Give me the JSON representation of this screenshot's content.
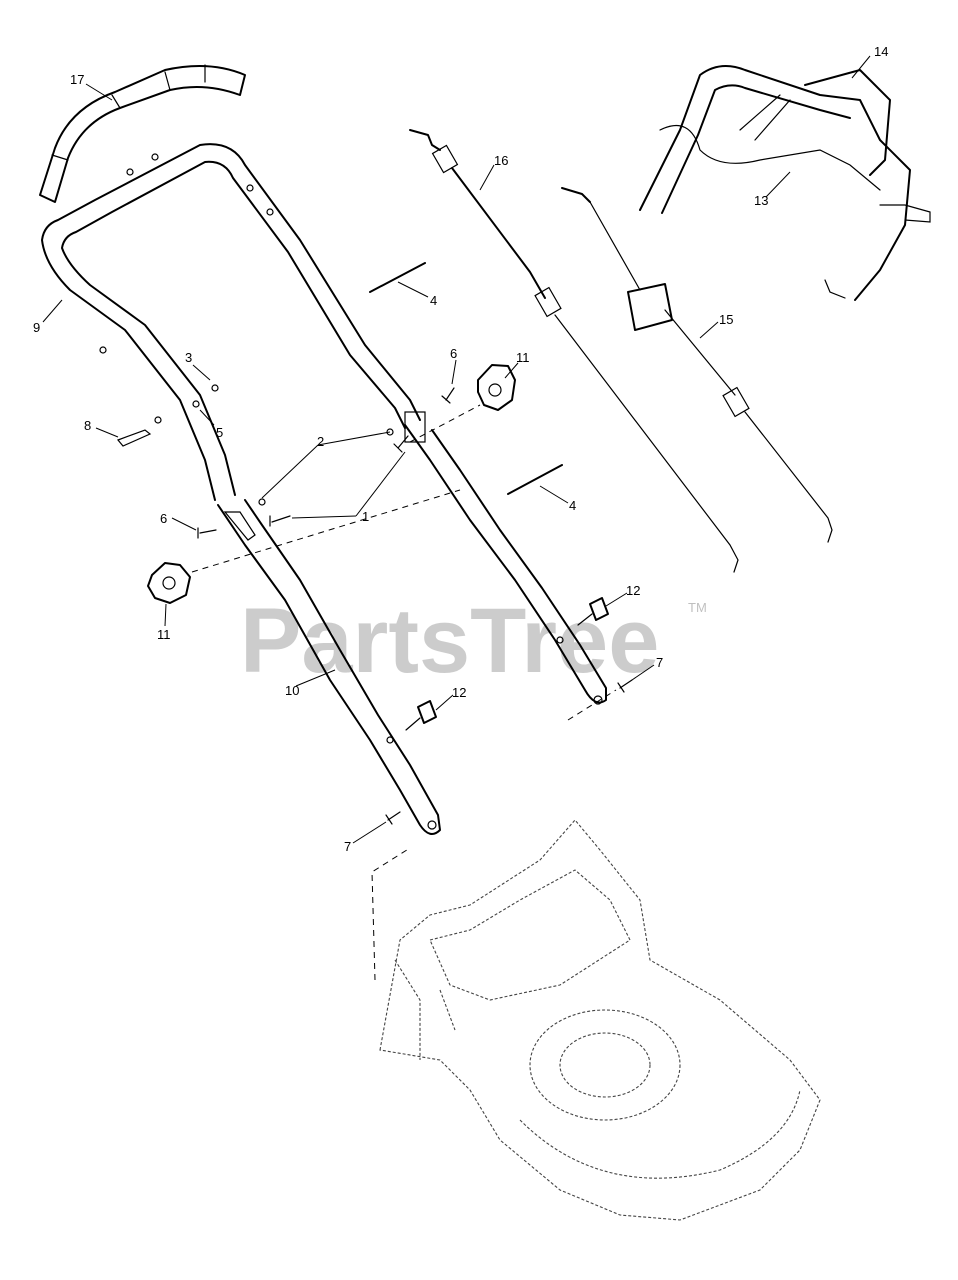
{
  "watermark": {
    "text": "PartsTree",
    "trademark": "TM"
  },
  "callouts": {
    "c1": "1",
    "c2": "2",
    "c3": "3",
    "c4a": "4",
    "c4b": "4",
    "c5": "5",
    "c6a": "6",
    "c6b": "6",
    "c7a": "7",
    "c7b": "7",
    "c8": "8",
    "c9": "9",
    "c10": "10",
    "c11a": "11",
    "c11b": "11",
    "c12a": "12",
    "c12b": "12",
    "c13": "13",
    "c14": "14",
    "c15": "15",
    "c16": "16",
    "c17": "17"
  }
}
